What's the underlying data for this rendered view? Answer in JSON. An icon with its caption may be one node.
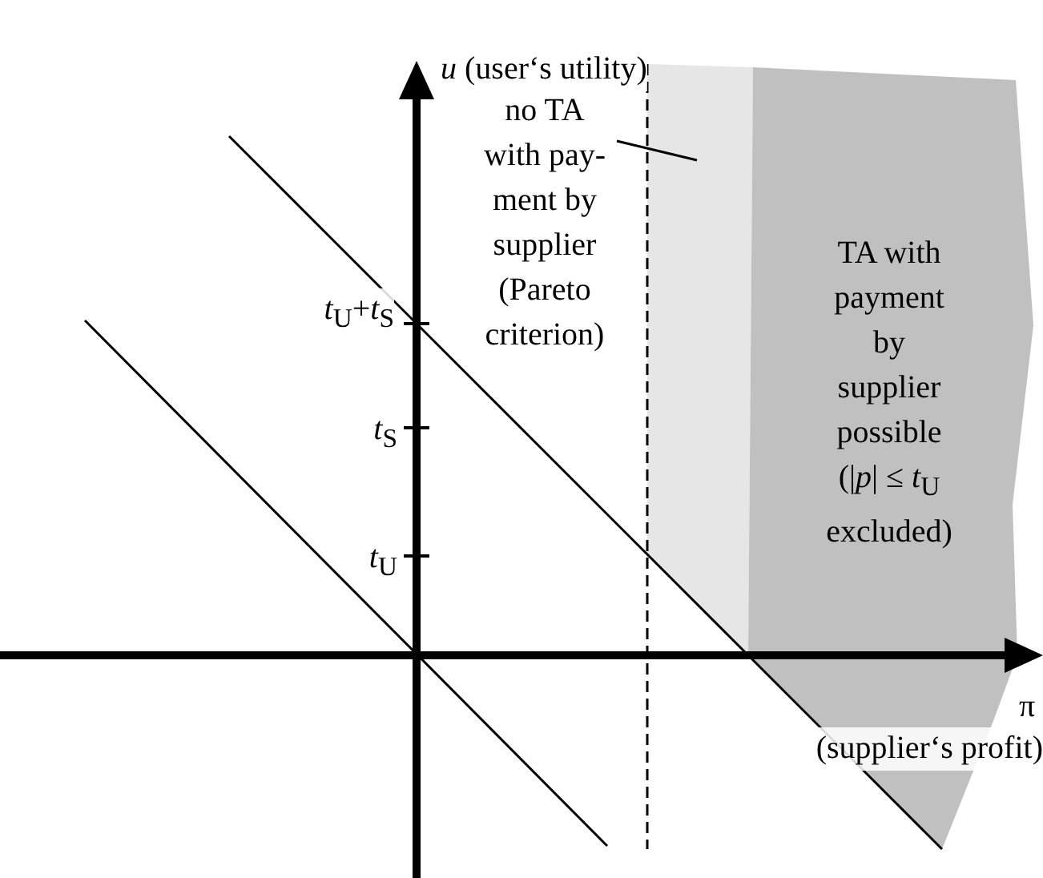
{
  "diagram": {
    "nodes": [
      {
        "text": [
          "no TA with pay- ment by supplier (Pareto criterion)"
        ]
      },
      {
        "text": [],
        "shape": "box"
      },
      {
        "text": [
          "TA with payment by supplier possible (|*p*| ≤ *t*$_{U}$ excluded)"
        ]
      }
    ],
    "edges": [
      {
        "from": 0,
        "to": 1,
        "arrow": "none"
      }
    ],
    "labels": [
      "*u* (user‘s utility)",
      "*t*$_{U}$+*t*$_{S}$",
      "*t*$_{S}$",
      "*t*$_{U}$",
      "π",
      "(supplier‘s profit)"
    ]
  }
}
